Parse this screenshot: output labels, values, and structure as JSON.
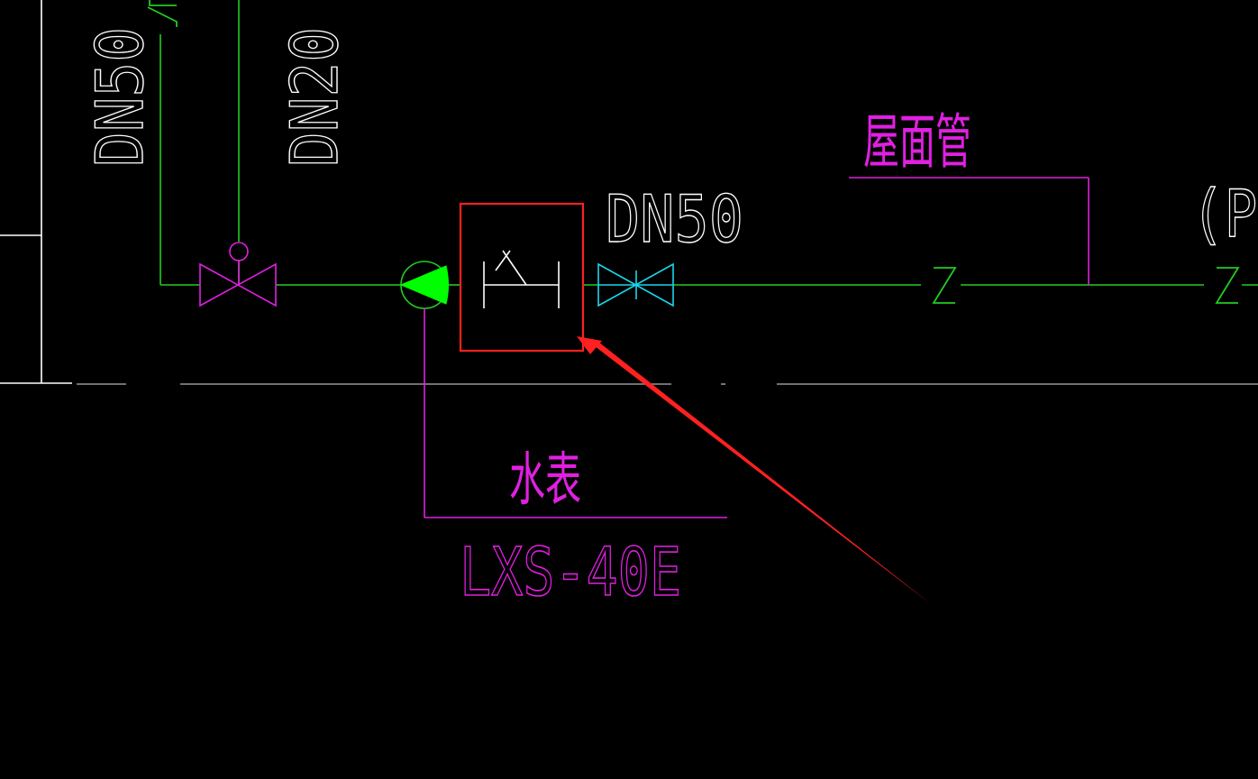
{
  "labels": {
    "dn50_vertical": "DN50",
    "dn20_vertical": "DN20",
    "dn50_horizontal": "DN50",
    "roof_pipe": "屋面管",
    "water_meter": "水表",
    "meter_model": "LXS-40E",
    "partial_label": "(PT",
    "z_marker": "Z"
  },
  "colors": {
    "background": "#000000",
    "pipe_green": "#22cc22",
    "magenta": "#e020e0",
    "cyan": "#19d7ea",
    "white": "#ffffff",
    "grey_line": "#b4b4b4",
    "highlight_red": "#ff2020",
    "meter_fill": "#00ff00"
  },
  "icons": {
    "gate_valve": "valve-bowtie-icon",
    "check_valve": "check-valve-icon",
    "water_meter": "water-meter-icon",
    "butterfly_valve": "cyan-valve-icon",
    "annotation_arrow": "red-arrow-icon"
  }
}
